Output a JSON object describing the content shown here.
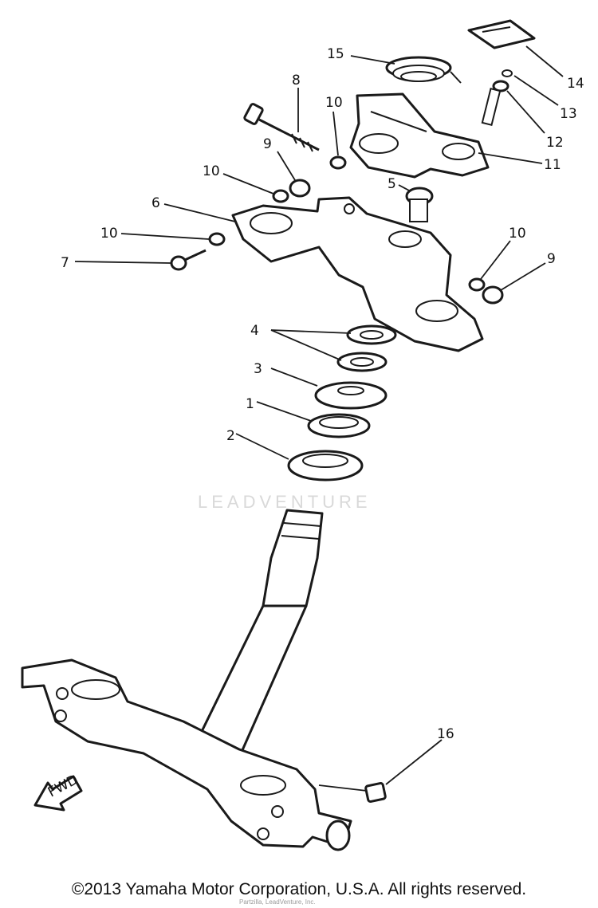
{
  "callouts": [
    "1",
    "2",
    "3",
    "4",
    "5",
    "6",
    "7",
    "8",
    "9",
    "10",
    "11",
    "12",
    "13",
    "14",
    "15",
    "16"
  ],
  "direction_label": "FWD",
  "watermark": "LEADVENTURE",
  "watermark_small": "Partzilla, LeadVenture, Inc.",
  "copyright": "©2013 Yamaha Motor Corporation, U.S.A. All rights reserved."
}
